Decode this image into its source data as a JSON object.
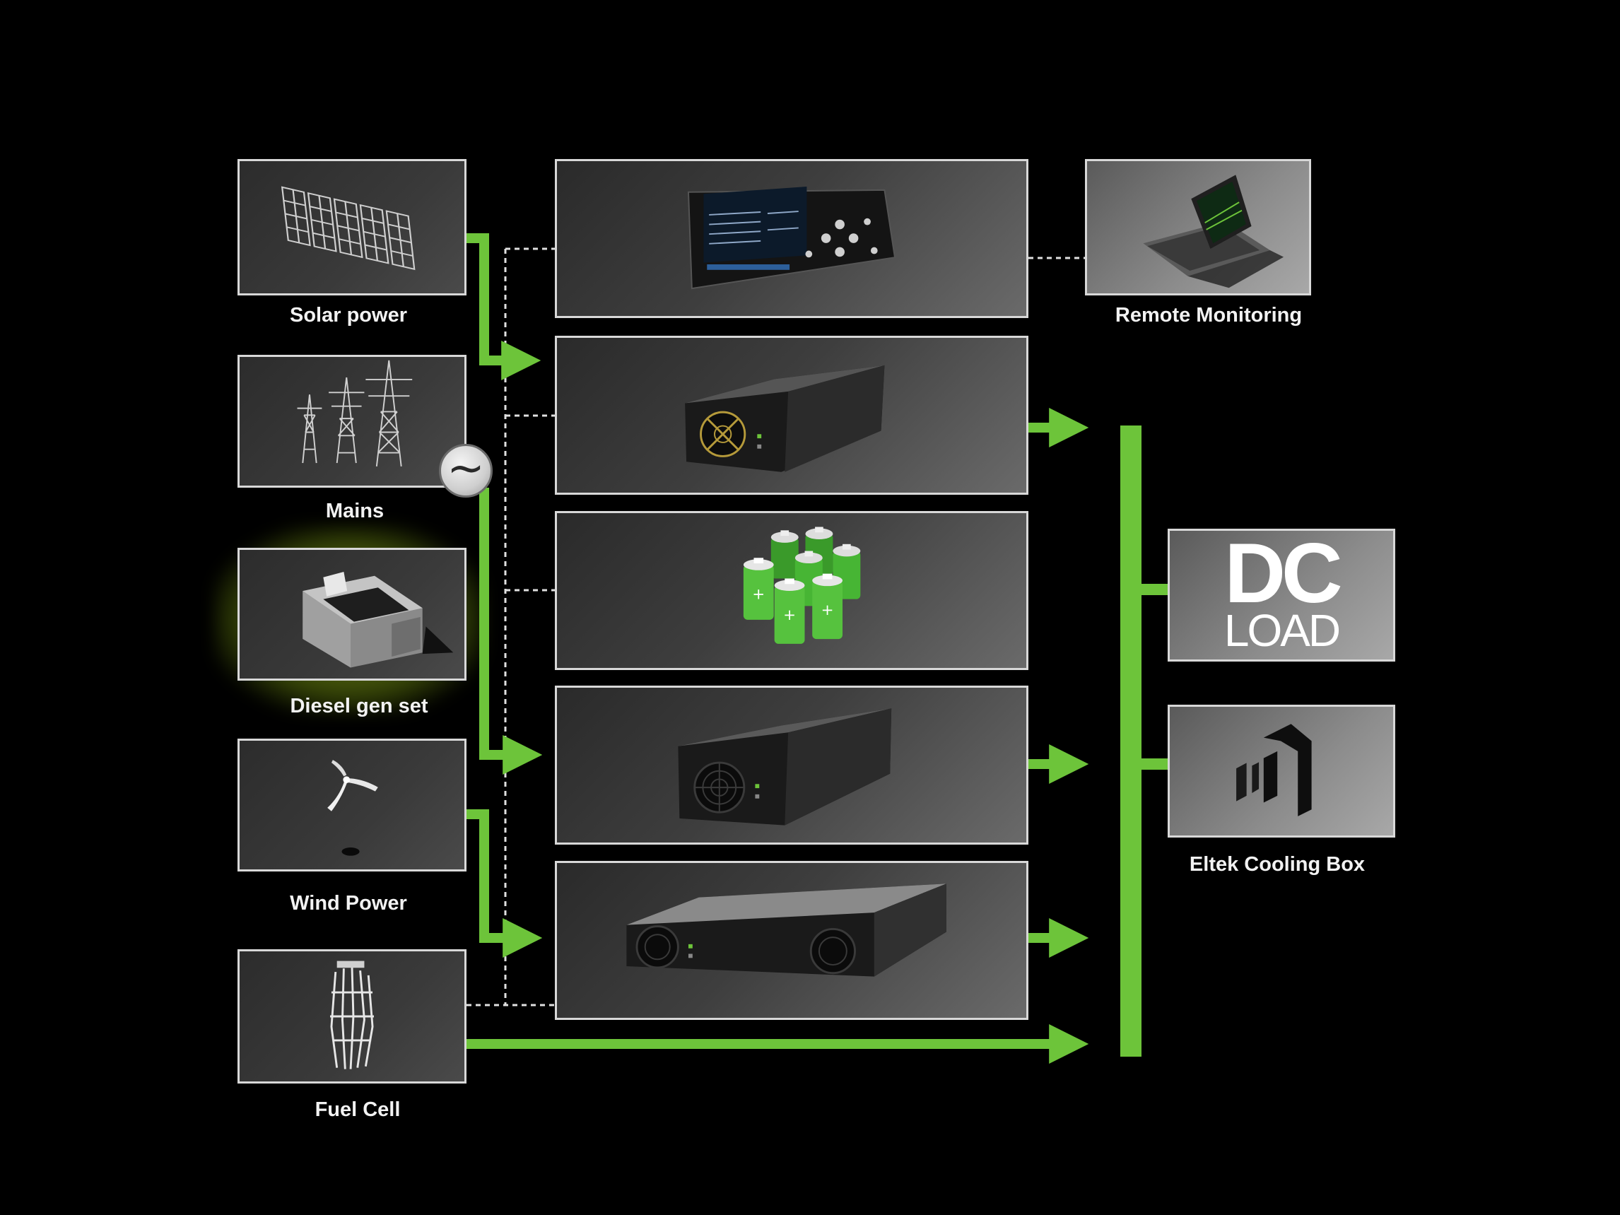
{
  "sources": {
    "solar": "Solar power",
    "mains": "Mains",
    "diesel": "Diesel gen set",
    "wind": "Wind Power",
    "fuel_cell": "Fuel Cell"
  },
  "right": {
    "remote": "Remote Monitoring",
    "dc_big": "DC",
    "dc_small": "LOAD",
    "cooling": "Eltek Cooling Box"
  },
  "symbols": {
    "ac": "~"
  },
  "colors": {
    "flow_green": "#6dc43a",
    "border": "#d8d8d8",
    "highlight": "#c8e000"
  },
  "icons": {
    "solar": "solar-panel-icon",
    "mains": "power-pylon-icon",
    "diesel": "diesel-generator-icon",
    "wind": "wind-turbine-icon",
    "fuel_cell": "fuel-cell-icon",
    "controller": "controller-display-icon",
    "rectifier": "rectifier-module-icon",
    "battery": "battery-bank-icon",
    "inverter": "converter-module-icon",
    "power_shelf": "power-shelf-icon",
    "laptop": "laptop-icon",
    "cooling": "cooling-box-icon"
  }
}
